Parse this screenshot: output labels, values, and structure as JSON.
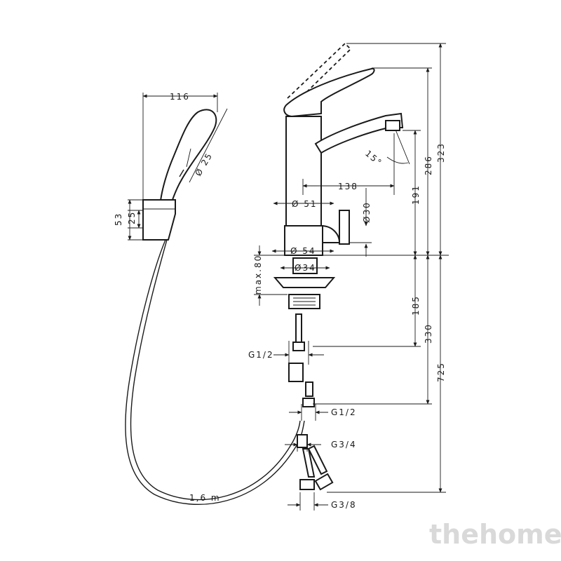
{
  "dimensions": {
    "shower_reach": "116",
    "shower_diam": "Ø 25",
    "holder_height": "53",
    "holder_inner": "25",
    "body_diam": "Ø 51",
    "spout_reach": "138",
    "lever_diam": "Ø30",
    "spout_angle": "15°",
    "spout_height": "191",
    "outlet_height": "286",
    "lever_top": "323",
    "base_diam": "Ø 54",
    "shank_diam": "Ø34",
    "max_deck": "max.80",
    "shank_len": "185",
    "hose_len_a": "330",
    "total_len": "725",
    "thread_a": "G1/2",
    "thread_b": "G1/2",
    "thread_c": "G3/4",
    "thread_d": "G3/8",
    "hose_length": "1,6 m"
  },
  "watermark": "thehome"
}
